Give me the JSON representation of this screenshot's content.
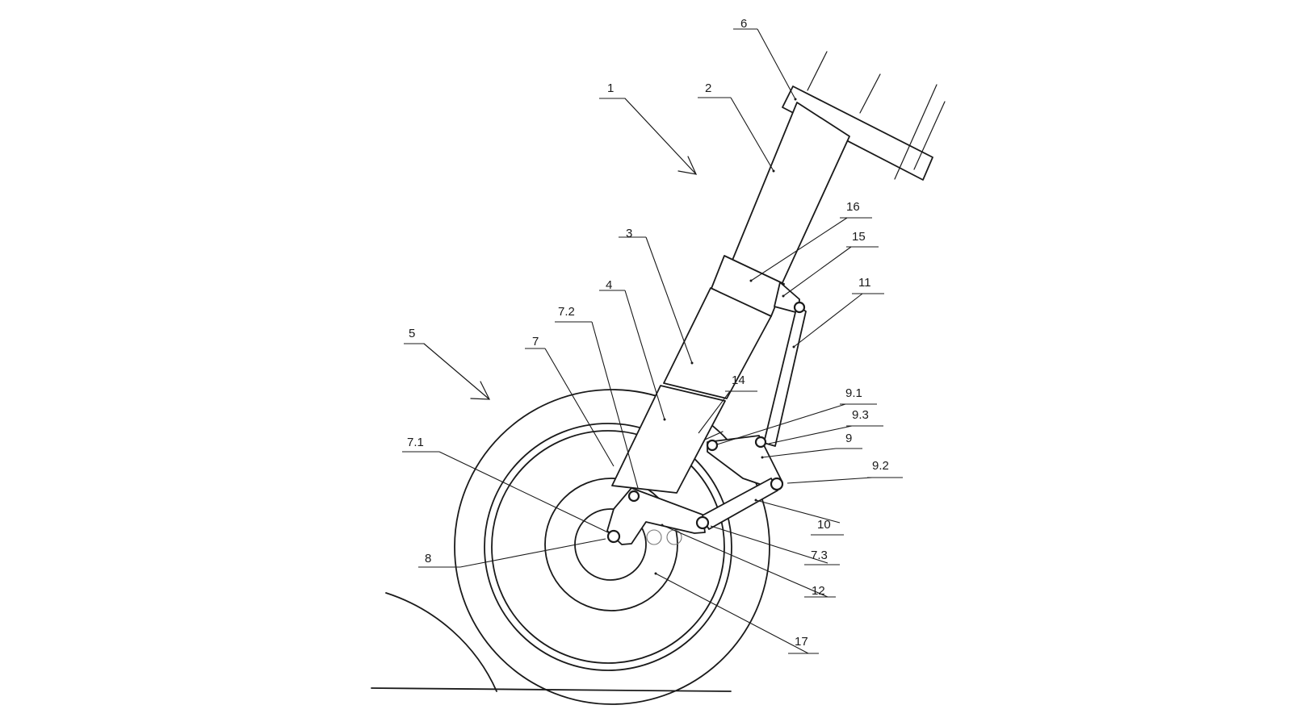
{
  "diagram": {
    "labels": {
      "l1": "1",
      "l2": "2",
      "l3": "3",
      "l4": "4",
      "l5": "5",
      "l6": "6",
      "l7": "7",
      "l7_1": "7.1",
      "l7_2": "7.2",
      "l7_3": "7.3",
      "l8": "8",
      "l9": "9",
      "l9_1": "9.1",
      "l9_2": "9.2",
      "l9_3": "9.3",
      "l10": "10",
      "l11": "11",
      "l12": "12",
      "l14": "14",
      "l15": "15",
      "l16": "16",
      "l17": "17"
    }
  }
}
